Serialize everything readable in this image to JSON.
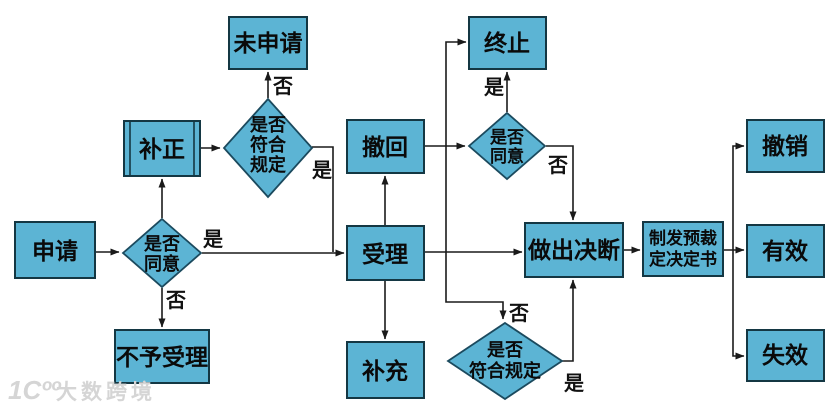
{
  "diagram_type": "flowchart",
  "colors": {
    "node_fill": "#5CB4D4",
    "node_border": "#143743",
    "edge_line": "#1a1a1a",
    "text": "#0a0a0a",
    "watermark": "#d5d5d5"
  },
  "nodes": {
    "apply": {
      "label": "申请",
      "shape": "rect"
    },
    "agree1": {
      "label": "是否同意",
      "shape": "diamond",
      "lines": [
        "是否",
        "同意"
      ]
    },
    "reject": {
      "label": "不予受理",
      "shape": "rect"
    },
    "correction": {
      "label": "补正",
      "shape": "predefined-process"
    },
    "not_applied": {
      "label": "未申请",
      "shape": "rect"
    },
    "comply1": {
      "label": "是否符合规定",
      "shape": "diamond",
      "lines": [
        "是否",
        "符合",
        "规定"
      ]
    },
    "withdraw": {
      "label": "撤回",
      "shape": "rect"
    },
    "accept": {
      "label": "受理",
      "shape": "rect"
    },
    "supplement": {
      "label": "补充",
      "shape": "rect"
    },
    "terminate": {
      "label": "终止",
      "shape": "rect"
    },
    "agree2": {
      "label": "是否同意",
      "shape": "diamond",
      "lines": [
        "是否",
        "同意"
      ]
    },
    "decide": {
      "label": "做出决断",
      "shape": "rect"
    },
    "comply2": {
      "label": "是否符合规定",
      "shape": "diamond",
      "lines": [
        "是否",
        "符合规定"
      ]
    },
    "issue": {
      "label": "制发预裁定决定书",
      "shape": "rect",
      "lines": [
        "制发预裁",
        "定决定书"
      ]
    },
    "revoke": {
      "label": "撤销",
      "shape": "rect"
    },
    "valid": {
      "label": "有效",
      "shape": "rect"
    },
    "invalid": {
      "label": "失效",
      "shape": "rect"
    }
  },
  "edge_labels": {
    "agree1_yes": "是",
    "agree1_no": "否",
    "comply1_no": "否",
    "comply1_yes": "是",
    "agree2_yes": "是",
    "agree2_no": "否",
    "comply2_no": "否",
    "comply2_yes": "是"
  },
  "watermark": {
    "logo": "1Ϲºº",
    "text": "大数跨境"
  }
}
